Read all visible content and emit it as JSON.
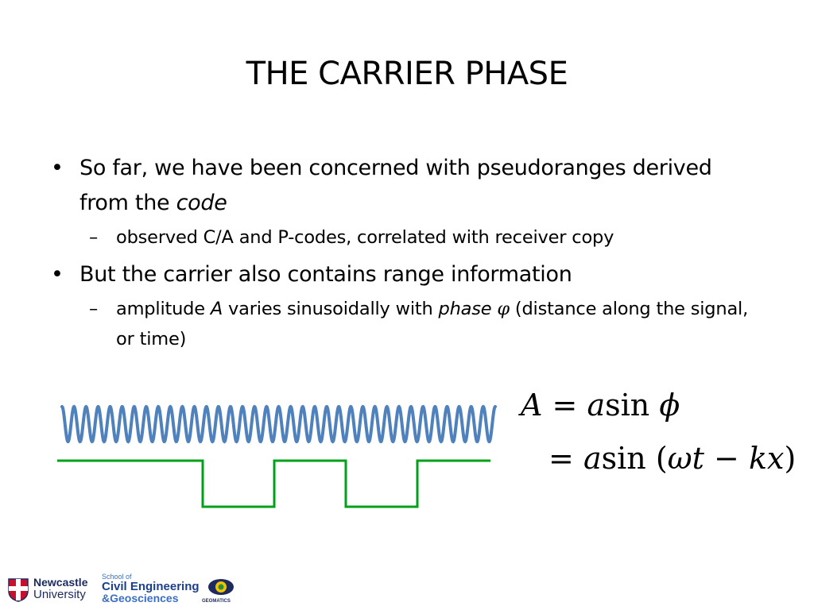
{
  "slide": {
    "title": "THE CARRIER PHASE",
    "bullet1": {
      "text": "So far, we have been concerned with pseudoranges derived from the",
      "emphasis": "code"
    },
    "sub1": "observed C/A and P-codes, correlated with receiver copy",
    "bullet2": "But the carrier also contains range information",
    "sub2": {
      "part1": "amplitude",
      "var": "A",
      "part2": "varies sinusoidally with",
      "emphasis": "phase",
      "symbol": "φ",
      "part3": "(distance along the signal, or time)"
    },
    "bullet_char": "•",
    "dash_char": "–"
  },
  "equations": {
    "eq1": {
      "lhs": "A",
      "equals": "=",
      "a": "a",
      "fn": "sin",
      "arg": "ϕ"
    },
    "eq2": {
      "equals": "=",
      "a": "a",
      "fn": "sin",
      "open": "(",
      "omega": "ω",
      "t": "t",
      "minus": "−",
      "kx": "kx",
      "close": ")"
    }
  },
  "figure": {
    "wave_color": "#4f81bd",
    "code_color": "#00a11a",
    "code_levels": [
      1,
      1,
      0,
      1,
      0,
      1,
      1
    ]
  },
  "logos": {
    "newcastle_line1": "Newcastle",
    "newcastle_line2": "University",
    "school": "School of",
    "civil": "Civil Engineering",
    "geo": "&Geosciences",
    "geomatics": "GEOMATICS"
  }
}
